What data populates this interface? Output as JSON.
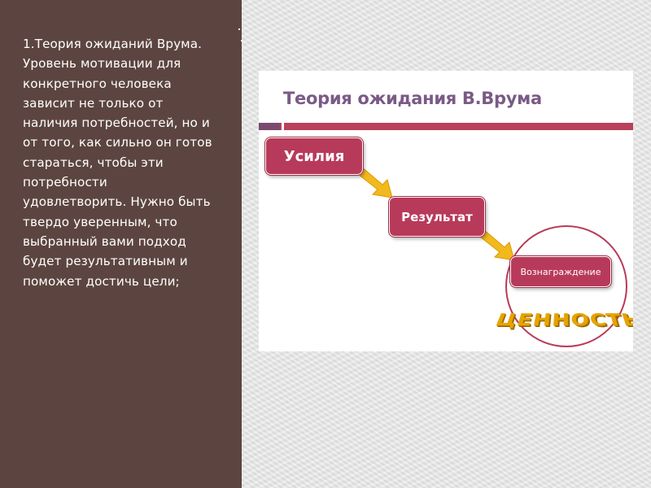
{
  "left_panel": {
    "text": "1.Теория ожиданий Врума.\nУровень мотивации для\nконкретного человека\nзависит не только от\nналичия потребностей, но и\nот того, как сильно он готов\nстараться, чтобы эти\nпотребности\nудовлетворить. Нужно быть\nтвердо уверенным, что\nвыбранный вами подход\nбудет результативным и\nпоможет достичь цели;"
  },
  "slide": {
    "title": "Теория ожидания В.Врума",
    "steps": [
      "Усилия",
      "Результат",
      "Вознаграждение"
    ],
    "value_word": "ЦЕННОСТЬ"
  },
  "colors": {
    "panel": "#5c4540",
    "accent": "#b83a5a",
    "title": "#7a5a86",
    "arrow": "#f2b91c"
  }
}
